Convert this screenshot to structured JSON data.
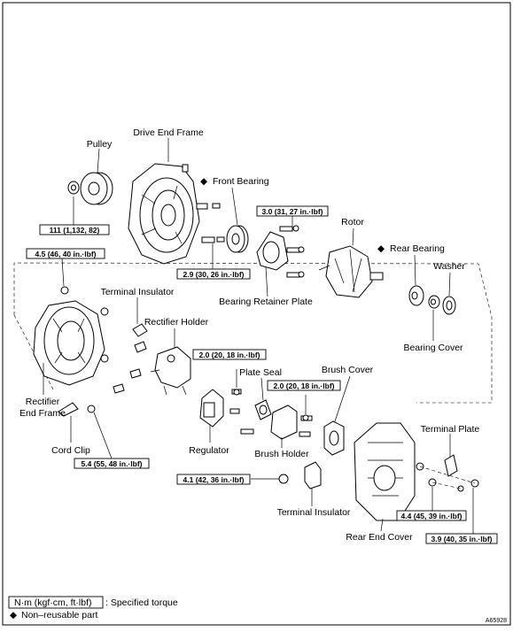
{
  "labels": {
    "pulley": "Pulley",
    "drive_end_frame": "Drive End Frame",
    "front_bearing": "Front Bearing",
    "rotor": "Rotor",
    "rear_bearing": "Rear Bearing",
    "washer": "Washer",
    "bearing_retainer_plate": "Bearing Retainer Plate",
    "terminal_insulator_top": "Terminal Insulator",
    "rectifier_holder": "Rectifier Holder",
    "bearing_cover": "Bearing Cover",
    "plate_seal": "Plate Seal",
    "brush_cover": "Brush Cover",
    "rectifier_end_frame": "Rectifier\nEnd Frame",
    "rectifier_end_frame_line1": "Rectifier",
    "rectifier_end_frame_line2": "End Frame",
    "cord_clip": "Cord Clip",
    "regulator": "Regulator",
    "brush_holder": "Brush Holder",
    "terminal_plate": "Terminal Plate",
    "terminal_insulator_bottom": "Terminal Insulator",
    "rear_end_cover": "Rear End Cover"
  },
  "torques": {
    "t1": "111 (1,132, 82)",
    "t2": "4.5 (46, 40 in.·lbf)",
    "t3": "2.9 (30, 26 in.·lbf)",
    "t4": "3.0 (31, 27 in.·lbf)",
    "t5": "2.0 (20, 18 in.·lbf)",
    "t6": "2.0 (20, 18 in.·lbf)",
    "t7": "5.4 (55, 48 in.·lbf)",
    "t8": "4.1 (42, 36 in.·lbf)",
    "t9": "4.4 (45, 39 in.·lbf)",
    "t10": "3.9 (40, 35 in.·lbf)"
  },
  "legend": {
    "torque_box": "N·m (kgf·cm, ft·lbf)",
    "torque_desc": ": Specified torque",
    "nonreusable_symbol": "◆",
    "nonreusable_desc": "Non–reusable part"
  },
  "figure_id": "A65928"
}
